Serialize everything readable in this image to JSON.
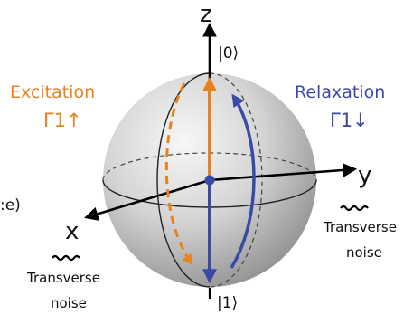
{
  "axes": {
    "z": "z",
    "y": "y",
    "x": "x"
  },
  "states": {
    "ground": "|0⟩",
    "excited": "|1⟩"
  },
  "excitation": {
    "label": "Excitation",
    "rate": "Γ1↑",
    "color": "#E8821E"
  },
  "relaxation": {
    "label": "Relaxation",
    "rate": "Γ1↓",
    "color": "#3A48A8"
  },
  "noise_right": {
    "line1": "Transverse",
    "line2": "noise",
    "icon": "wavy-noise-icon"
  },
  "noise_left": {
    "line1": "Transverse",
    "line2": "noise",
    "icon": "wavy-noise-icon"
  },
  "edge_fragment": ":e)"
}
